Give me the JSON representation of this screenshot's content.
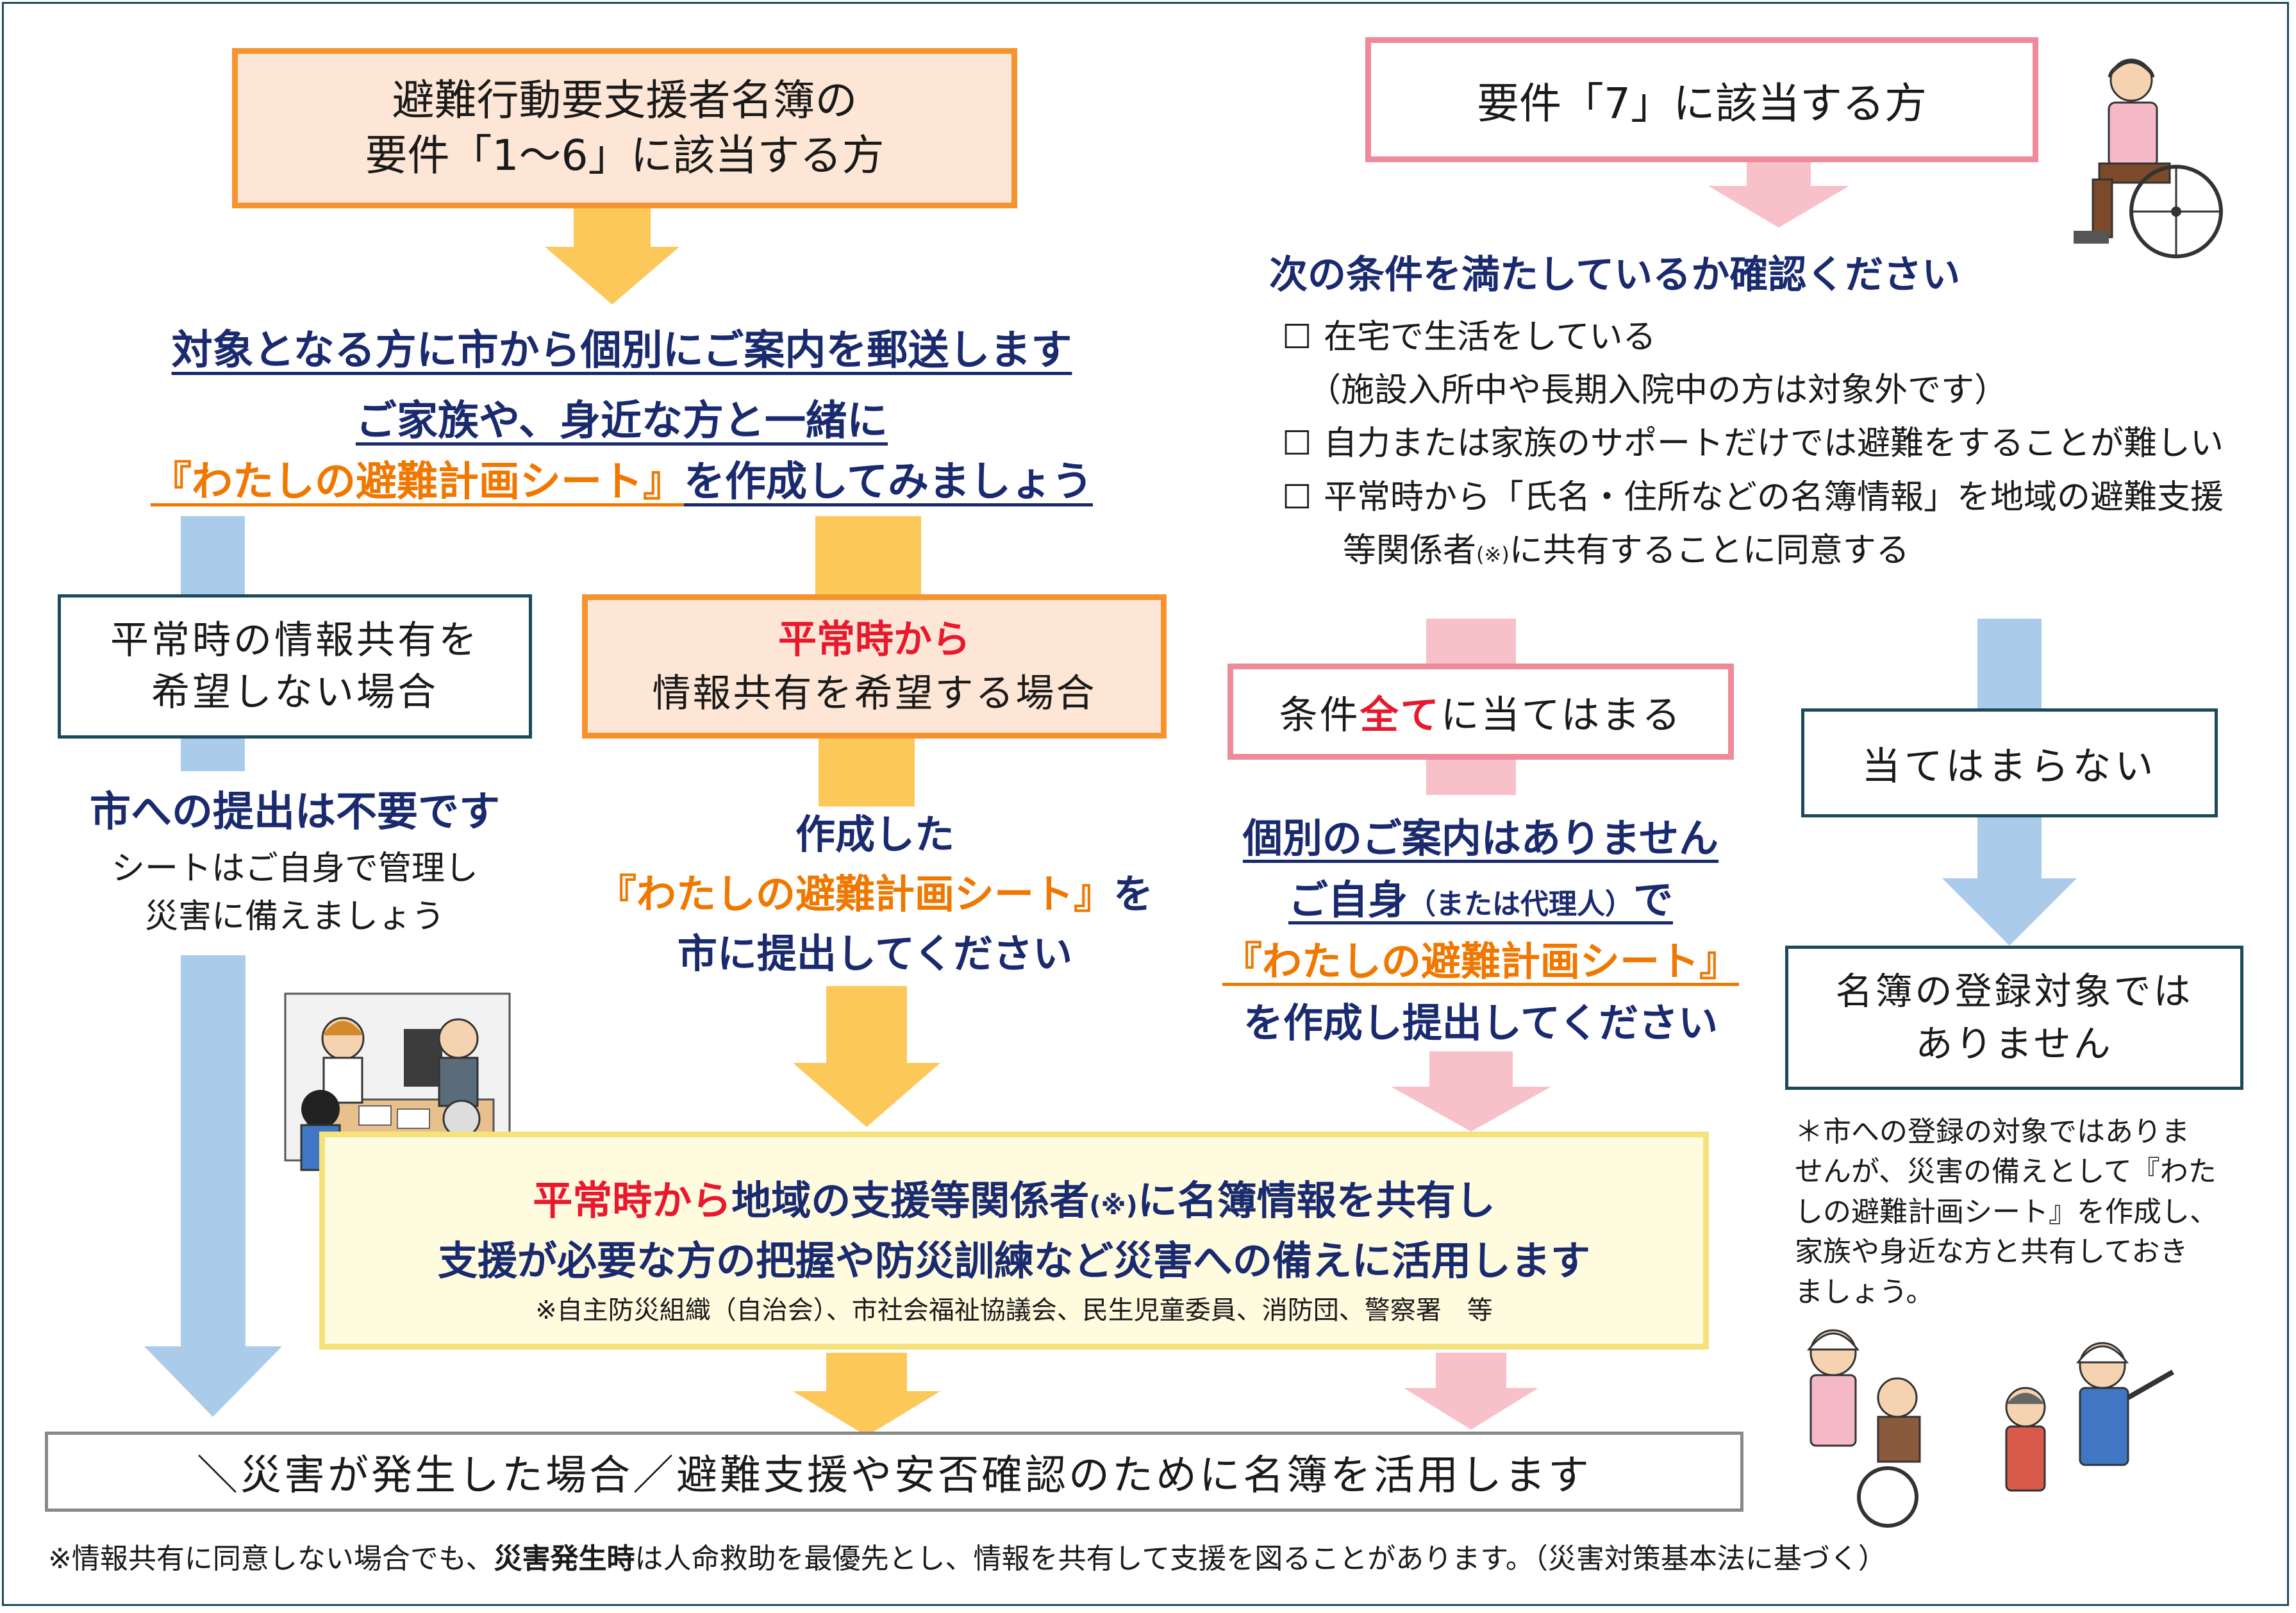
{
  "top_left": {
    "box_line1": "避難行動要支援者名簿の",
    "box_line2": "要件「1～6」に該当する方",
    "mail_notice": "対象となる方に市から個別にご案内を郵送します",
    "together_line1": "ご家族や、身近な方と一緒に",
    "together_sheet": "『わたしの避難計画シート』",
    "together_suffix": "を作成してみましょう"
  },
  "no_share": {
    "box_line1": "平常時の情報共有を",
    "box_line2": "希望しない場合",
    "headline": "市への提出は不要です",
    "sub_line1": "シートはご自身で管理し",
    "sub_line2": "災害に備えましょう"
  },
  "share": {
    "box_line1": "平常時から",
    "box_line2": "情報共有を希望する場合",
    "line1": "作成した",
    "line2_sheet": "『わたしの避難計画シート』",
    "line2_suffix": "を",
    "line3": "市に提出してください"
  },
  "top_right": {
    "box_text": "要件「7」に該当する方",
    "check_title": "次の条件を満たしているか確認ください",
    "checkbox_glyph": "☐",
    "conditions": [
      "在宅で生活をしている",
      "（施設入所中や長期入院中の方は対象外です）",
      "自力または家族のサポートだけでは避難をすることが難しい",
      "平常時から「氏名・住所などの名簿情報」を地域の避難支援",
      "等関係者",
      "(※)",
      "に共有することに同意する"
    ]
  },
  "all_apply": {
    "box_prefix": "条件",
    "box_emph": "全て",
    "box_suffix": "に当てはまる",
    "line1": "個別のご案内はありません",
    "line2_a": "ご自身",
    "line2_b": "（または代理人）",
    "line2_c": "で",
    "line3": "『わたしの避難計画シート』",
    "line4": "を作成し提出してください"
  },
  "not_apply": {
    "box_text": "当てはまらない",
    "result_line1": "名簿の登録対象では",
    "result_line2": "ありません",
    "note_line1": "＊市への登録の対象ではありま",
    "note_line2": "せんが、災害の備えとして『わた",
    "note_line3": "しの避難計画シート』を作成し、",
    "note_line4": "家族や身近な方と共有しておき",
    "note_line5": "ましょう。"
  },
  "sharing_box": {
    "line1_emph": "平常時から",
    "line1_a": "地域の支援等関係者",
    "line1_mark": "(※)",
    "line1_b": "に名簿情報を共有し",
    "line2": "支援が必要な方の把握や防災訓練など災害への備えに活用します",
    "footnote": "※自主防災組織（自治会）、市社会福祉協議会、民生児童委員、消防団、警察署　等"
  },
  "disaster_box": {
    "text": "＼災害が発生した場合／避難支援や安否確認のために名簿を活用します"
  },
  "bottom_note": {
    "a": "※情報共有に同意しない場合でも、",
    "b": "災害発生時",
    "c": "は人命救助を最優先とし、情報を共有して支援を図ることがあります。（災害対策基本法に基づく）"
  },
  "colors": {
    "navy": "#1a2a6e",
    "orange_text": "#f07800",
    "red_emph": "#e8192c",
    "orange_box_border": "#f5942e",
    "orange_box_fill": "#fde6d5",
    "pink_box_border": "#ee8a99",
    "teal_box_border": "#1c4a5c",
    "yellow_box_border": "#f5e27a",
    "yellow_box_fill": "#fffbdf",
    "yellow_arrow": "#fdc85a",
    "blue_arrow": "#aacbea",
    "pink_arrow": "#f8c0c8"
  }
}
